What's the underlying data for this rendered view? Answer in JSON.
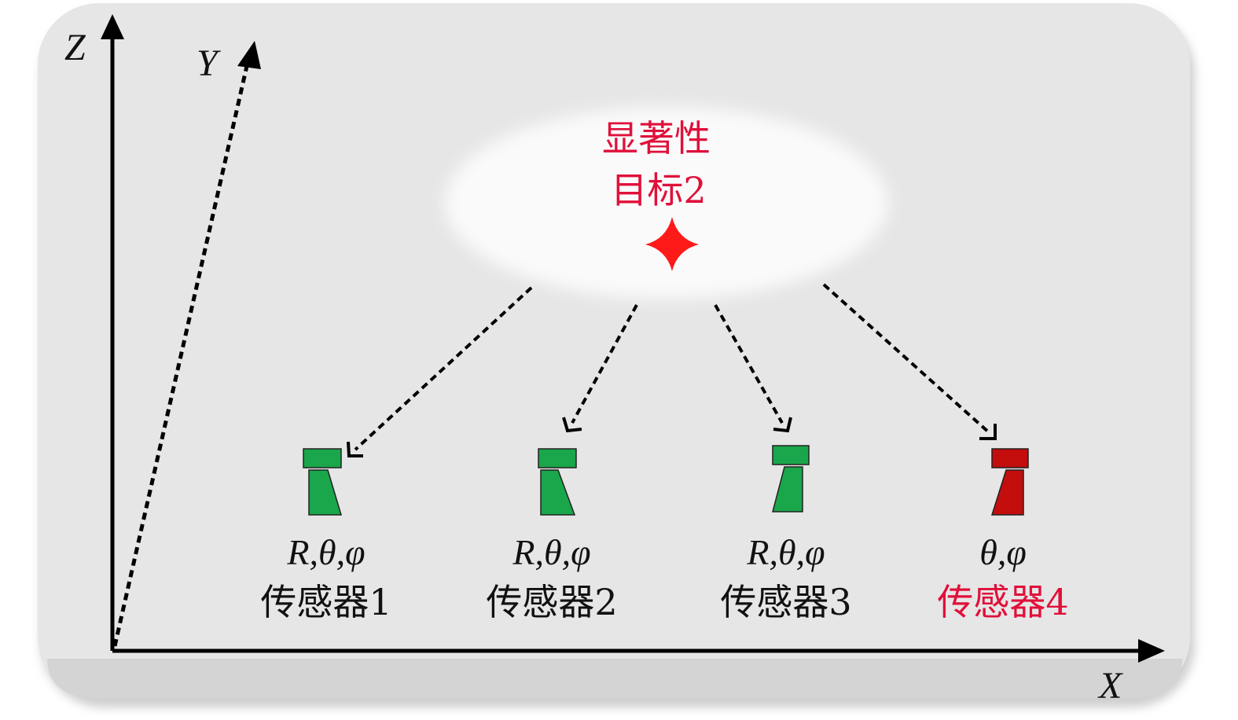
{
  "axes": {
    "x_label": "X",
    "y_label": "Y",
    "z_label": "Z"
  },
  "target": {
    "label_line1": "显著性",
    "label_line2": "目标2",
    "marker_color": "#ff1a1a",
    "text_color": "#e0103a"
  },
  "sensors": [
    {
      "name": "传感器1",
      "params": "R,θ,φ",
      "color": "#1aa64a",
      "highlight": false
    },
    {
      "name": "传感器2",
      "params": "R,θ,φ",
      "color": "#1aa64a",
      "highlight": false
    },
    {
      "name": "传感器3",
      "params": "R,θ,φ",
      "color": "#1aa64a",
      "highlight": false
    },
    {
      "name": "传感器4",
      "params": "θ,φ",
      "color": "#c40d0d",
      "highlight": true
    }
  ],
  "colors": {
    "panel_background": "#e6e6e6",
    "highlight_zone": "#fafafa"
  }
}
